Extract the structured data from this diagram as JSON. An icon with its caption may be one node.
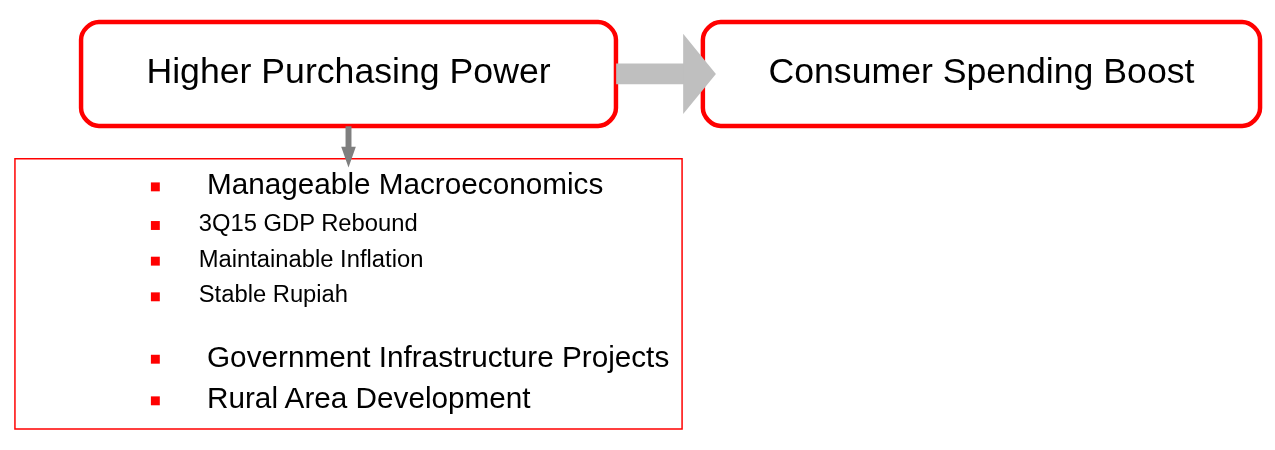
{
  "diagram": {
    "nodes": [
      {
        "text": [
          "Higher Purchasing Power"
        ]
      },
      {
        "text": [
          "Consumer Spending Boost"
        ]
      },
      {
        "text": [
          "Manageable Macroeconomics",
          "3Q15 GDP Rebound",
          "Maintainable Inflation",
          "Stable Rupiah",
          "Government Infrastructure Projects",
          "Rural Area Development"
        ]
      }
    ],
    "edges": [
      {
        "from": 0,
        "to": 1,
        "arrow": "to",
        "style": "thick",
        "color": "#bfbfbf"
      },
      {
        "from": 0,
        "to": 2,
        "arrow": "to",
        "color": "#7f7f7f"
      }
    ]
  }
}
